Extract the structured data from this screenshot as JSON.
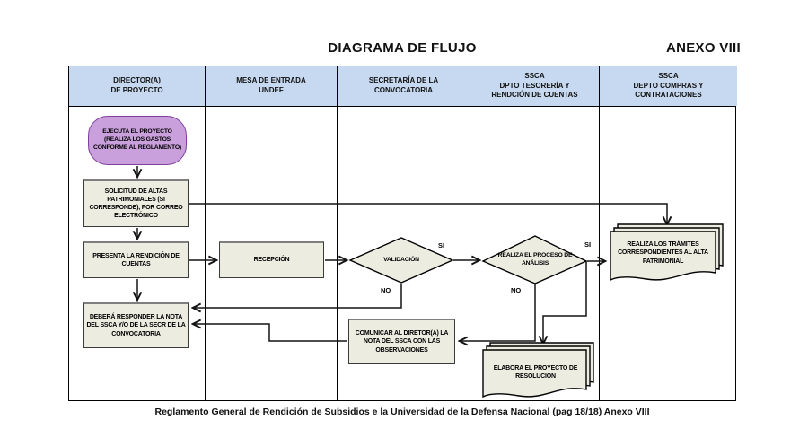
{
  "page": {
    "title": "DIAGRAMA DE FLUJO",
    "annex": "ANEXO VIII",
    "caption": "Reglamento General de Rendición de Subsidios e la Universidad de la Defensa Nacional (pag 18/18) Anexo VIII"
  },
  "lanes": [
    {
      "label": "DIRECTOR(A)\nDE PROYECTO"
    },
    {
      "label": "MESA DE ENTRADA\nUNDEF"
    },
    {
      "label": "SECRETARÍA DE LA\nCONVOCATORIA"
    },
    {
      "label": "SSCA\nDPTO TESORERÍA Y\nRENDCIÓN DE CUENTAS"
    },
    {
      "label": "SSCA\nDEPTO COMPRAS Y\nCONTRATACIONES"
    }
  ],
  "nodes": {
    "ejecuta": {
      "type": "terminator",
      "text": "EJECUTA EL PROYECTO (REALIZA LOS GASTOS CONFORME AL REGLAMENTO)"
    },
    "solicitud": {
      "type": "process",
      "text": "SOLICITUD DE ALTAS PATRIMONIALES (SI CORRESPONDE), POR CORREO ELECTRÓNICO"
    },
    "presenta": {
      "type": "process",
      "text": "PRESENTA LA RENDICIÓN DE CUENTAS"
    },
    "debera": {
      "type": "process",
      "text": "DEBERÁ RESPONDER LA NOTA DEL SSCA Y/O DE LA SECR DE LA CONVOCATORIA"
    },
    "recepcion": {
      "type": "process",
      "text": "RECEPCIÓN"
    },
    "validacion": {
      "type": "decision",
      "text": "VALIDACIÓN"
    },
    "analisis": {
      "type": "decision",
      "text": "REALIZA EL PROCESO DE ANÁLISIS"
    },
    "comunicar": {
      "type": "process",
      "text": "COMUNICAR AL DIRETOR(A) LA NOTA DEL SSCA CON LAS OBSERVACIONES"
    },
    "elabora": {
      "type": "document",
      "text": "ELABORA EL PROYECTO DE RESOLUCIÓN"
    },
    "tramites": {
      "type": "document",
      "text": "REALIZA LOS TRÁMITES CORRESPONDIENTES AL ALTA PATRIMONIAL"
    }
  },
  "edges": [
    {
      "from": "ejecuta",
      "to": "solicitud",
      "label": ""
    },
    {
      "from": "solicitud",
      "to": "presenta",
      "label": ""
    },
    {
      "from": "presenta",
      "to": "debera",
      "label": ""
    },
    {
      "from": "solicitud",
      "to": "tramites",
      "label": ""
    },
    {
      "from": "presenta",
      "to": "recepcion",
      "label": ""
    },
    {
      "from": "recepcion",
      "to": "validacion",
      "label": ""
    },
    {
      "from": "validacion",
      "to": "analisis",
      "label": "SI"
    },
    {
      "from": "validacion",
      "to": "debera",
      "label": "NO"
    },
    {
      "from": "analisis",
      "to": "tramites",
      "label": "SI"
    },
    {
      "from": "analisis",
      "to": "elabora",
      "label": ""
    },
    {
      "from": "analisis",
      "to": "comunicar",
      "label": "NO"
    },
    {
      "from": "comunicar",
      "to": "debera",
      "label": ""
    }
  ],
  "colors": {
    "lane-header-fill": "#C6D9F0",
    "shape-fill": "#EDECE1",
    "terminator-fill": "#C9A0DC",
    "terminator-border": "#7E3F9B",
    "border-dark": "#3b3b3b",
    "border-top": "#7F7F7F",
    "line": "#141414"
  }
}
